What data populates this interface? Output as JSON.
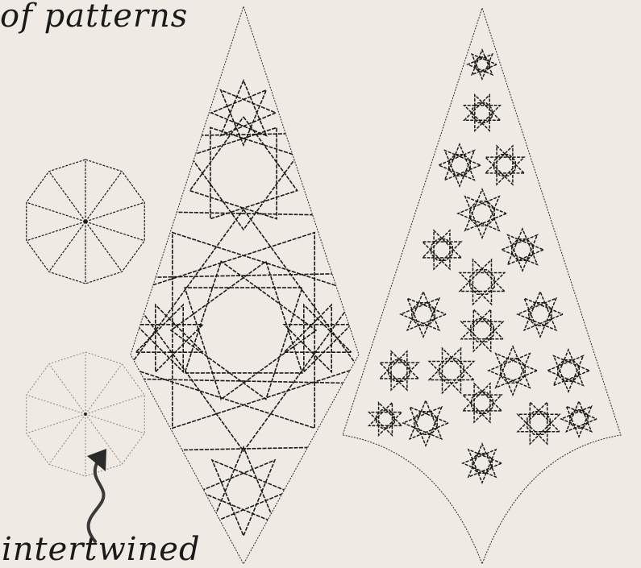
{
  "title": "of patterns",
  "caption": "intertwined",
  "colors": {
    "background": "#efebe4",
    "ink": "#1a1a1a",
    "faint_ink": "#8a8780"
  },
  "figures": [
    {
      "kind": "decagon-rosette",
      "style": "solid",
      "icon": "decagon-rosette-icon"
    },
    {
      "kind": "decagon-rosette",
      "style": "faint",
      "icon": "faint-decagon-rosette-icon"
    },
    {
      "kind": "kite-tile-pattern",
      "style": "star-interlace",
      "icon": "kite-pattern-icon"
    },
    {
      "kind": "arch-tile-pattern",
      "style": "intertwined-interlace",
      "icon": "arch-pattern-icon"
    }
  ],
  "annotation": {
    "kind": "curved-arrow",
    "points_to": "faint-decagon-rosette",
    "icon": "curved-arrow-icon"
  }
}
